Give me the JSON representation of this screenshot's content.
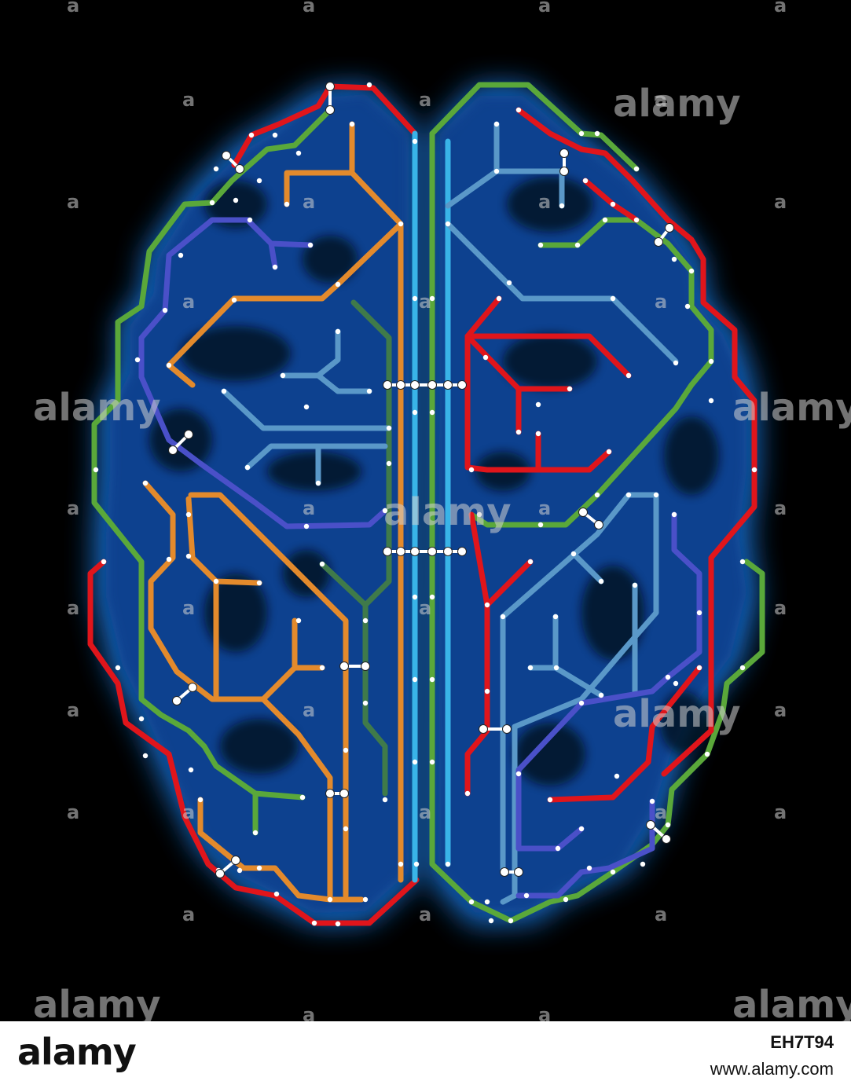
{
  "image": {
    "background_color": "#000000",
    "glow_color": "#1e90ff",
    "line_colors": {
      "red": "#e0151b",
      "green": "#5aa83a",
      "orange": "#e38a2c",
      "steel_blue": "#5a98c8",
      "indigo": "#4a50c8",
      "dark_green": "#3f7a4a",
      "cyan": "#39b4e8"
    }
  },
  "watermark": {
    "text": "alamy",
    "small_text": "a"
  },
  "footer": {
    "logo": "alamy",
    "image_id": "EH7T94",
    "url": "www.alamy.com"
  }
}
